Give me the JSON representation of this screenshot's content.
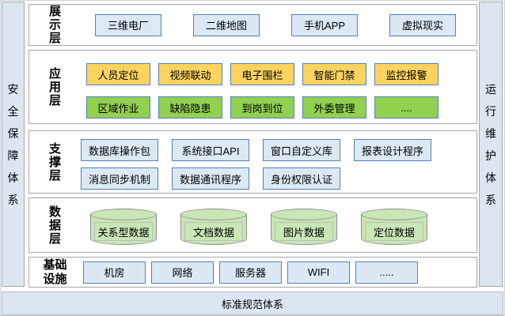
{
  "sidebars": {
    "left": "安全保障体系",
    "right": "运行维护体系"
  },
  "bottom_bar": {
    "label": "标准规范体系"
  },
  "layers": {
    "presentation": {
      "label": "展示层",
      "items": [
        "三维电厂",
        "二维地图",
        "手机APP",
        "虚拟现实"
      ]
    },
    "application": {
      "label": "应用层",
      "row1": [
        "人员定位",
        "视频联动",
        "电子围栏",
        "智能门禁",
        "监控报警"
      ],
      "row2": [
        "区域作业",
        "缺陷隐患",
        "到岗到位",
        "外委管理",
        "...."
      ]
    },
    "support": {
      "label": "支撑层",
      "row1": [
        "数据库操作包",
        "系统接口API",
        "窗口自定义库",
        "报表设计程序"
      ],
      "row2": [
        "消息同步机制",
        "数据通讯程序",
        "身份权限认证"
      ]
    },
    "data": {
      "label": "数据层",
      "items": [
        "关系型数据",
        "文档数据",
        "图片数据",
        "定位数据"
      ]
    },
    "infrastructure": {
      "label": "基础设施",
      "items": [
        "机房",
        "网络",
        "服务器",
        "WIFI",
        "....."
      ]
    }
  },
  "colors": {
    "band_fill": "#dce6f2",
    "panel_border": "#a6a6a6",
    "box_blue_fill": "#dce8f4",
    "box_border_blue": "#4f81bd",
    "box_yellow_fill": "#fcd35e",
    "box_green_fill": "#92d050",
    "cylinder_fill": "#c9e6b6"
  }
}
